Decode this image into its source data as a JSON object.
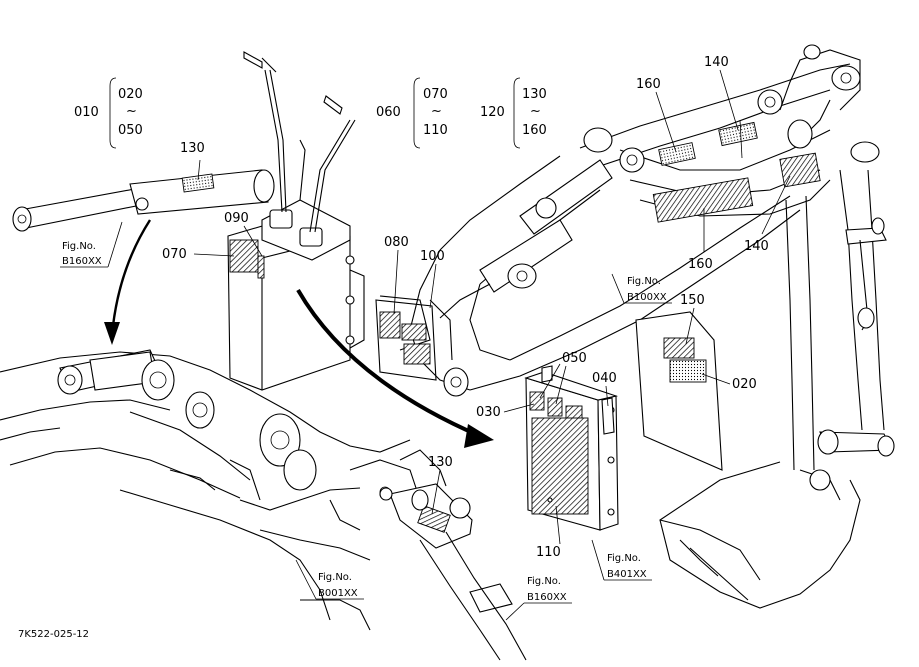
{
  "callouts": {
    "c010": "010",
    "c020": "020",
    "c050": "050",
    "c060": "060",
    "c070": "070",
    "c110": "110",
    "c120": "120",
    "c130": "130",
    "c160": "160",
    "tilde": "~",
    "c130a": "130",
    "c130b": "130",
    "c090": "090",
    "c070b": "070",
    "c080": "080",
    "c100": "100",
    "c160a": "160",
    "c160b": "160",
    "c140a": "140",
    "c140b": "140",
    "c150": "150",
    "c020b": "020",
    "c050b": "050",
    "c040": "040",
    "c030": "030",
    "c110b": "110"
  },
  "fig_refs": {
    "fig_label": "Fig.No.",
    "b160_top": "B160XX",
    "b100": "B100XX",
    "b001": "B001XX",
    "b160_bottom": "B160XX",
    "b401": "B401XX"
  },
  "footer_code": "7K522-025-12"
}
